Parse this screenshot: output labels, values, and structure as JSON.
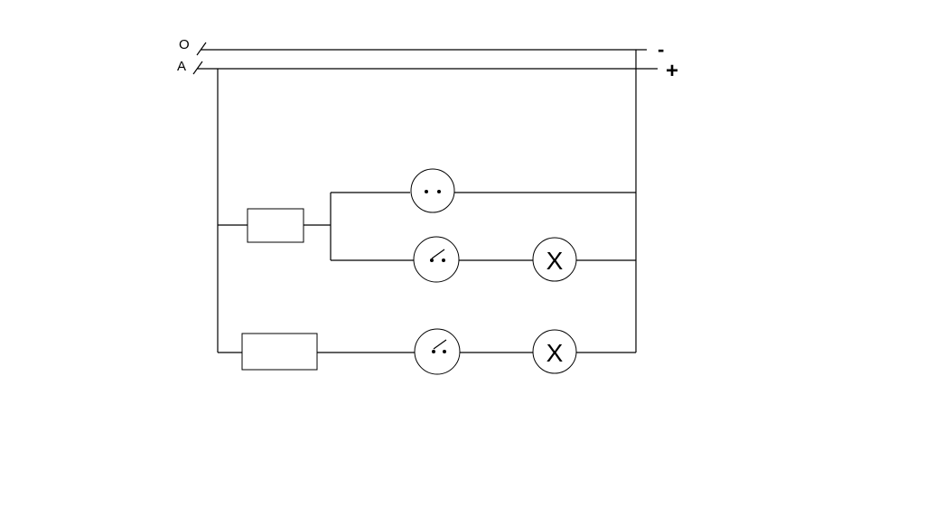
{
  "rails": {
    "top_left_label": "O",
    "bottom_left_label": "A",
    "top_right_label": "-",
    "bottom_right_label": "+"
  },
  "lamps": {
    "lamp_1_symbol": "X",
    "lamp_2_symbol": "X"
  }
}
